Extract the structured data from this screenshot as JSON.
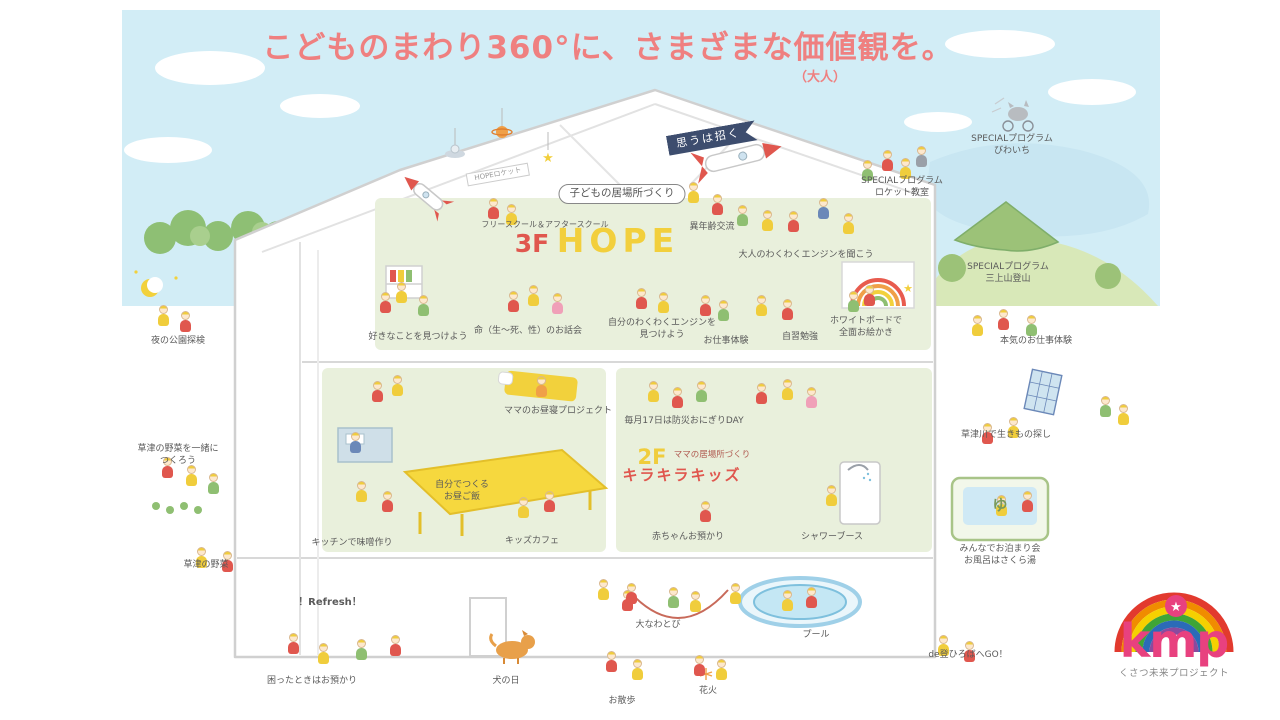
{
  "poster": {
    "title": "こどものまわり360°に、さまざまな価値観を。",
    "title_note": "（大人）",
    "banners": {
      "left_rocket": "HOPEロケット",
      "right_rocket": "思うは招く"
    },
    "special_programs": {
      "biwaichi": "SPECIALプログラム\nびわいち",
      "rocket": "SPECIALプログラム\nロケット教室",
      "mikami": "SPECIALプログラム\n三上山登山"
    },
    "floor3": {
      "badge": "子どもの居場所づくり",
      "subtitle": "フリースクール＆アフタースクール",
      "number": "3F",
      "name": "HOPE",
      "activities": {
        "inenrei": "異年齢交流",
        "otona_engine": "大人のわくわくエンジンを聞こう",
        "sukina_koto": "好きなことを見つけよう",
        "inochi": "命（生～死、性）のお話会",
        "jibun_engine": "自分のわくわくエンジンを\n見つけよう",
        "oshigoto": "お仕事体験",
        "jishu": "自習勉強",
        "whiteboard": "ホワイトボードで\n全面お絵かき"
      }
    },
    "floor2": {
      "number": "2F",
      "subtitle": "ママの居場所づくり",
      "name": "キラキラキッズ",
      "activities": {
        "mama_hirune": "ママのお昼寝プロジェクト",
        "bousai": "毎月17日は防災おにぎりDAY",
        "jibun_gohan": "自分でつくる\nお昼ご飯",
        "kitchen_miso": "キッチンで味噌作り",
        "kids_cafe": "キッズカフェ",
        "akachan": "赤ちゃんお預かり",
        "shower": "シャワーブース"
      }
    },
    "outside": {
      "yoru_koen": "夜の公園探検",
      "yasai_issho": "草津の野菜を一緒に\nつくろう",
      "kusatsu_yasai": "草津の野菜",
      "refresh": "！Refresh！",
      "komatta": "困ったときはお預かり",
      "honki": "本気のお仕事体験",
      "kusatsugawa": "草津川で生きもの探し",
      "otomari": "みんなでお泊まり会\nお風呂はさくら湯",
      "yu": "ゆ",
      "nobori": "de登ひろばへGO！",
      "inu_no_hi": "犬の日",
      "oonawatobi": "大なわとび",
      "osanpo": "お散歩",
      "hanabi": "花火",
      "pool": "プール"
    },
    "logo": {
      "name": "kmp",
      "tagline": "くさつ未来プロジェクト"
    },
    "colors": {
      "title_pink": "#ef8080",
      "accent_red": "#e0574e",
      "accent_yellow": "#f0cd3c",
      "floor_green": "#e9f0dc",
      "sky_blue": "#d2edf6",
      "banner_navy": "#3d4d6e",
      "logo_pink": "#e8417f"
    }
  }
}
